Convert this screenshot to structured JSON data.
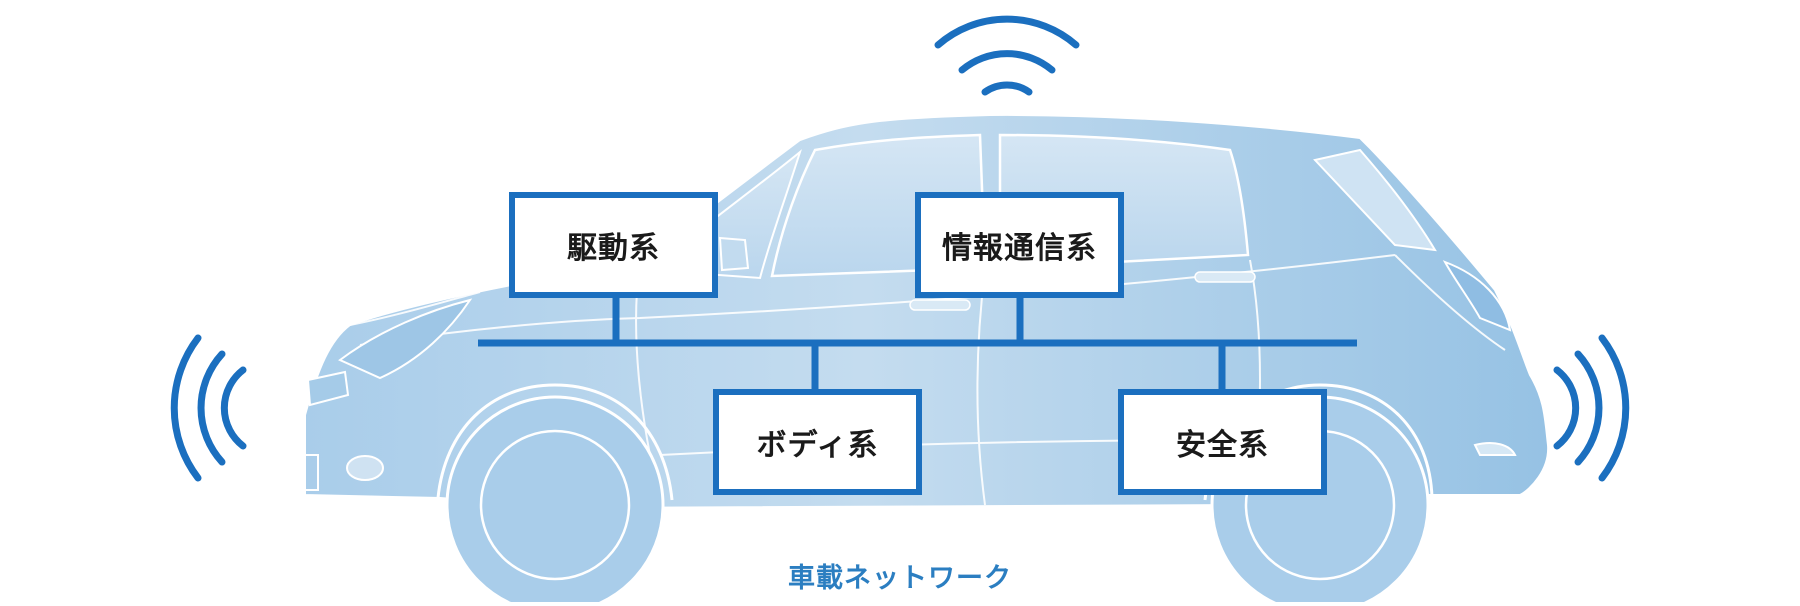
{
  "diagram": {
    "nodes": {
      "drive": {
        "label": "駆動系"
      },
      "info": {
        "label": "情報通信系"
      },
      "body": {
        "label": "ボディ系"
      },
      "safety": {
        "label": "安全系"
      }
    },
    "caption": "車載ネットワーク"
  },
  "colors": {
    "accent": "#1b6fbf",
    "caption": "#2b7ec1",
    "car_body": "#b3d3ec",
    "car_shade": "#93bfe2",
    "node_fill": "#ffffff"
  }
}
